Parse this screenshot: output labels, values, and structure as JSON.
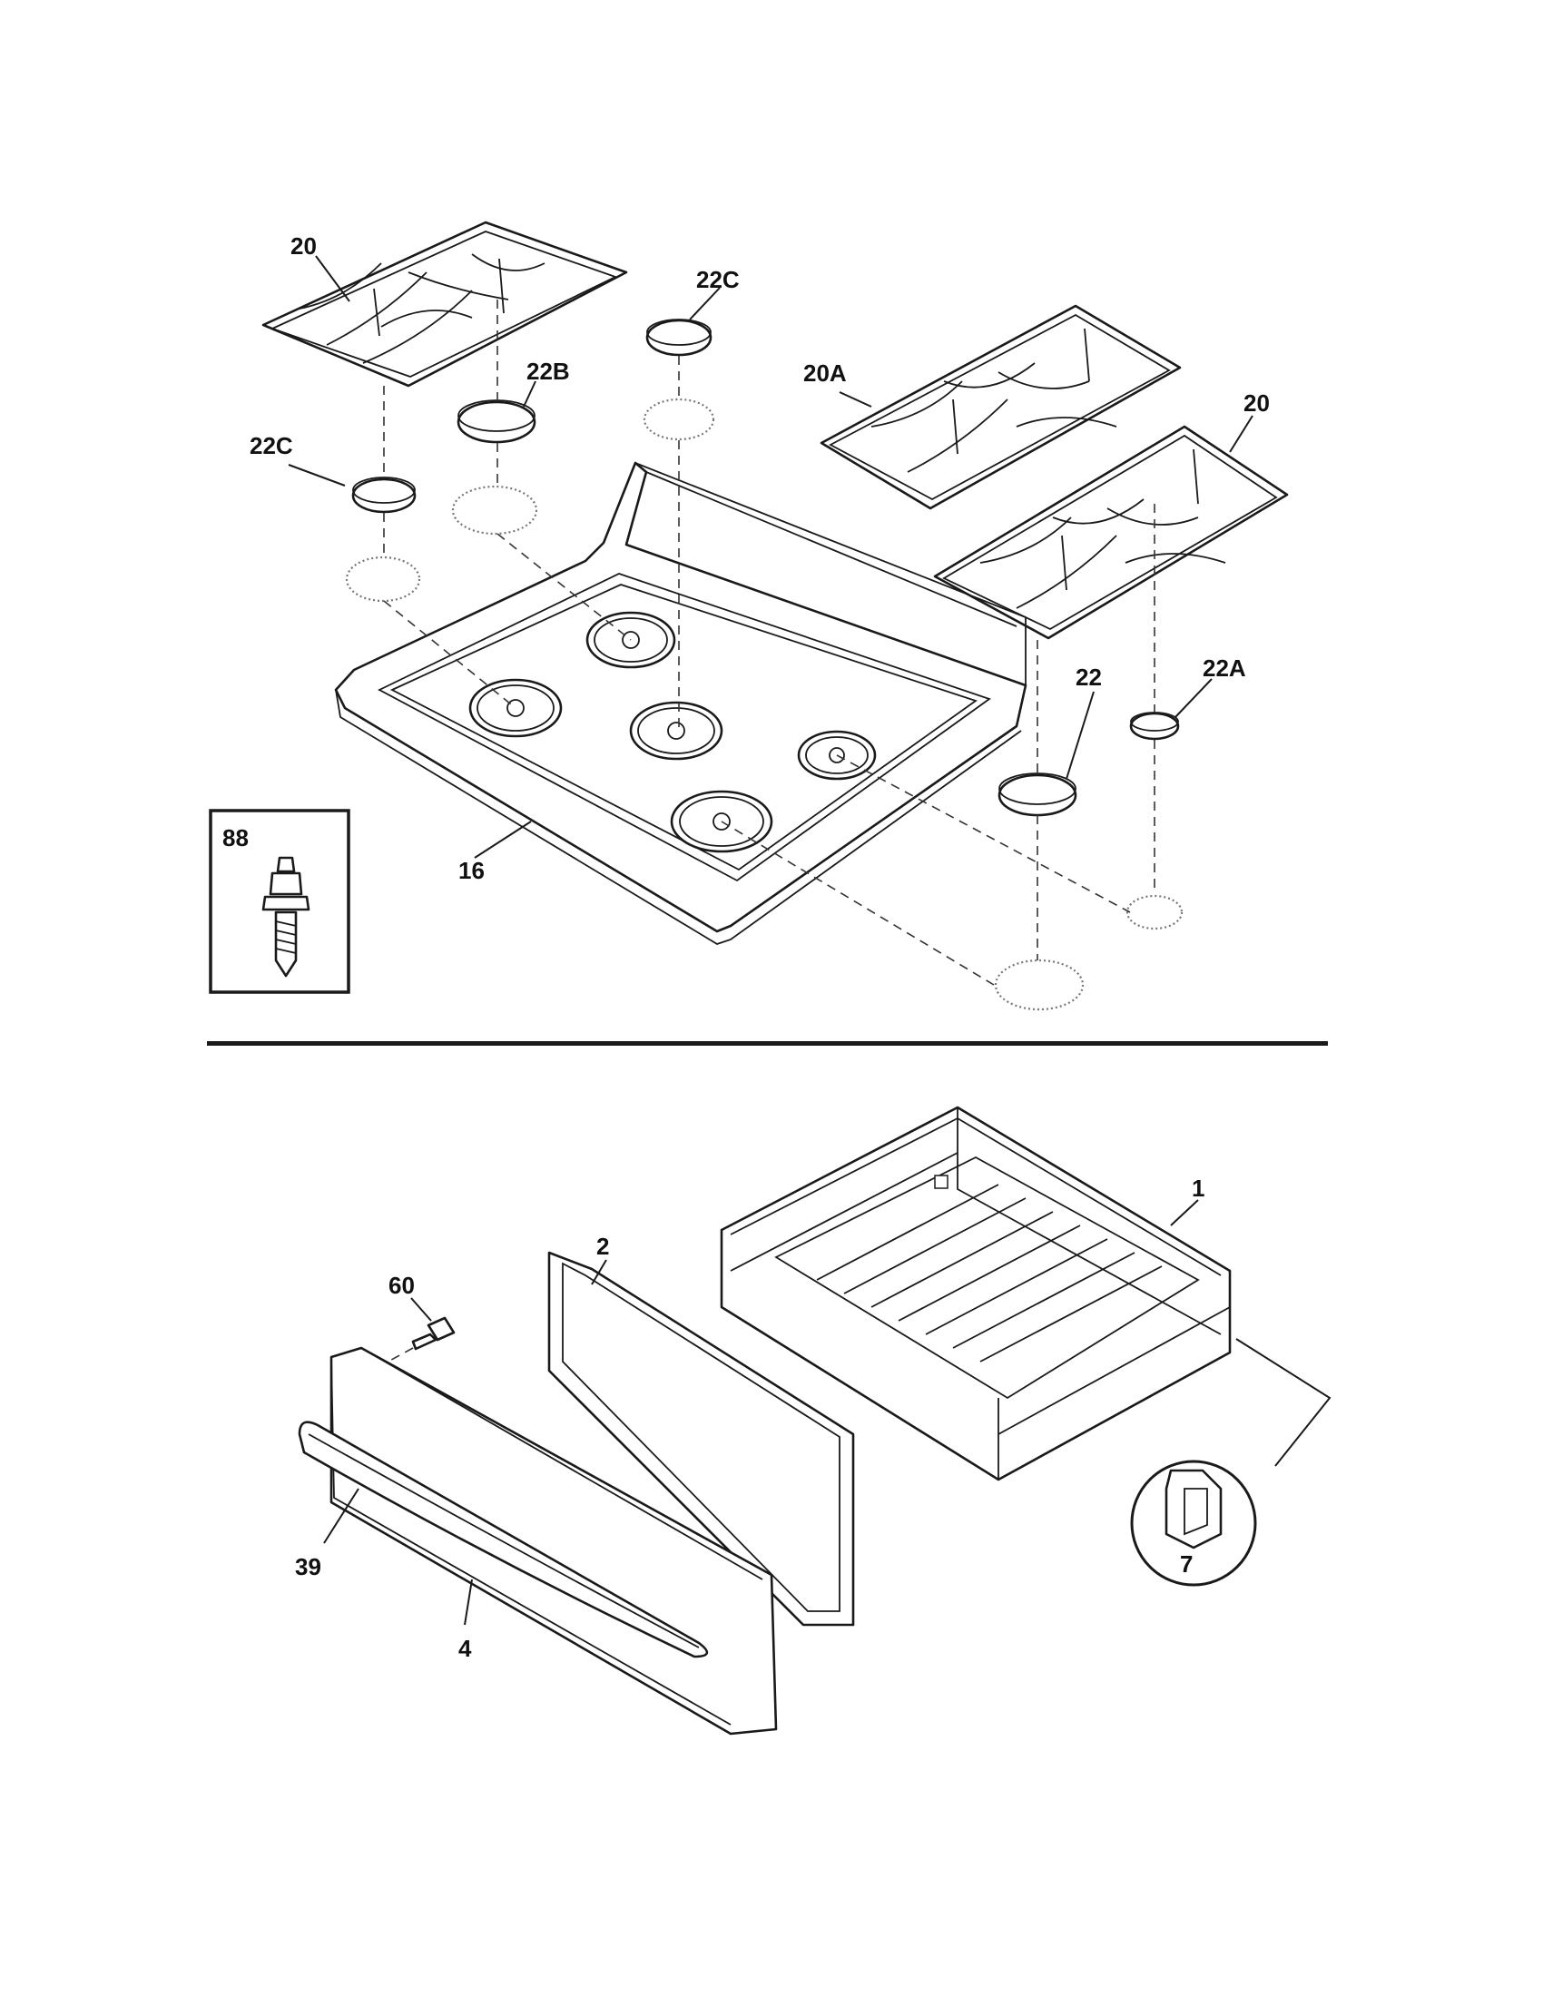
{
  "labels": {
    "grate_left": "20",
    "grate_right": "20",
    "grate_center": "20A",
    "cap_top_left": "22C",
    "cap_top_center": "22C",
    "cap_22b": "22B",
    "cap_22": "22",
    "cap_22a": "22A",
    "cooktop": "16",
    "screw": "88",
    "drawer_body": "1",
    "drawer_liner": "2",
    "drawer_screw": "60",
    "drawer_handle": "39",
    "drawer_front": "4",
    "clip": "7"
  }
}
